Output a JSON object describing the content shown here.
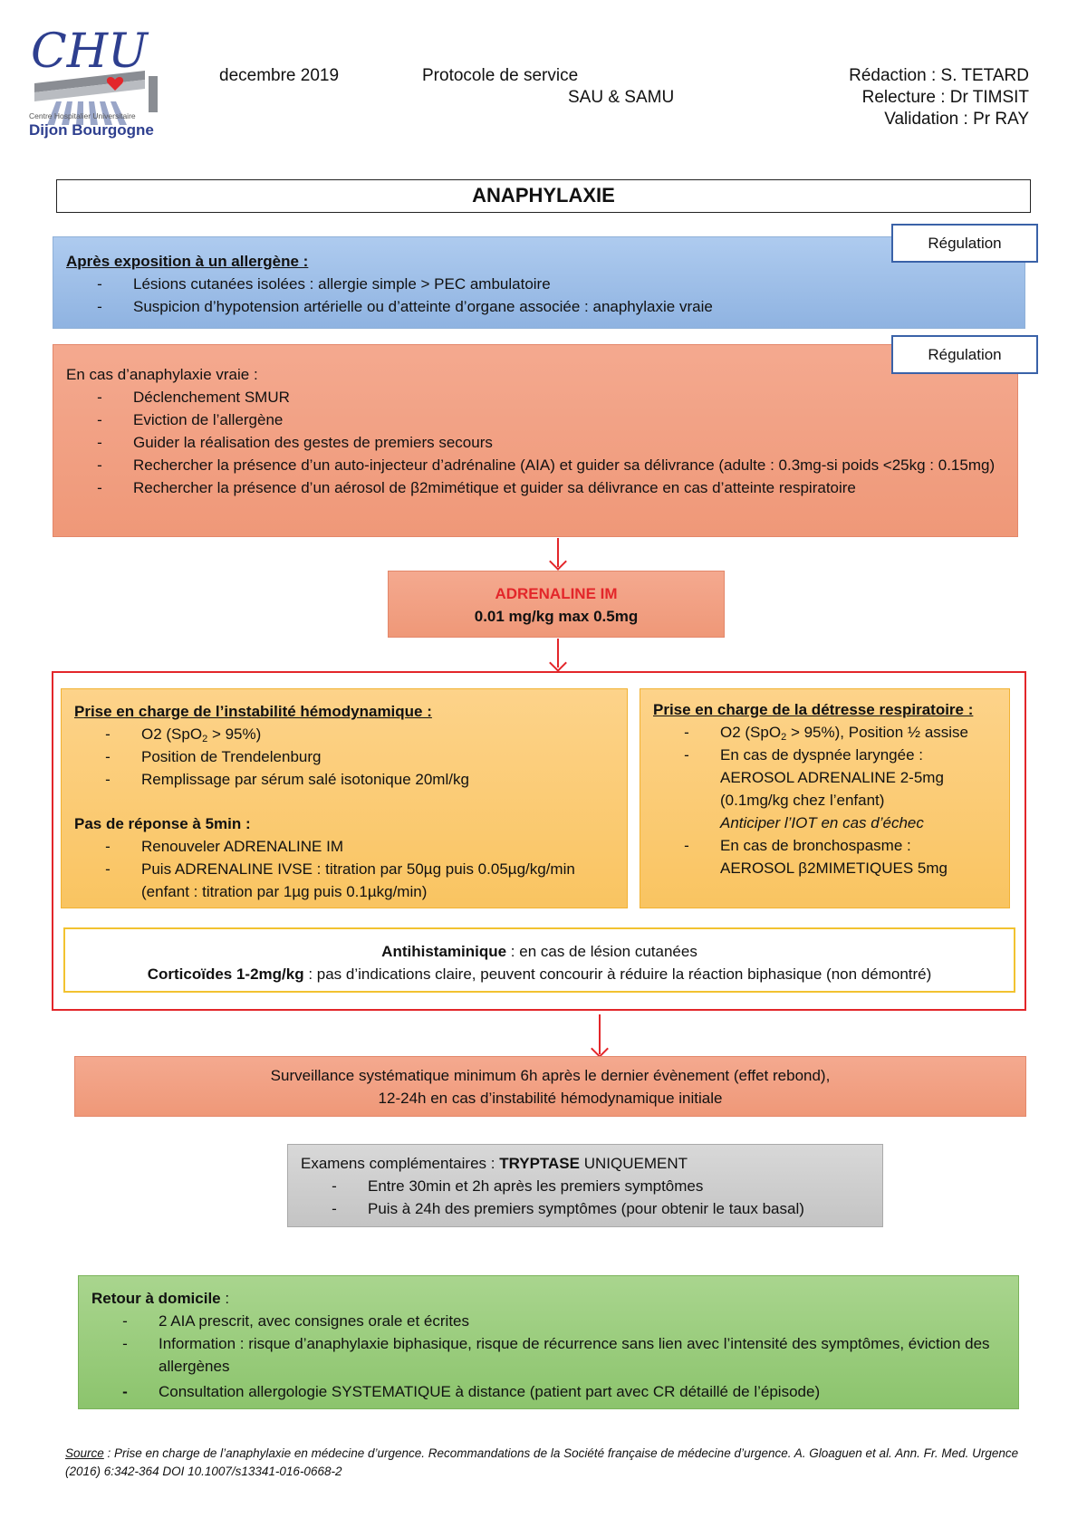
{
  "header": {
    "logo": {
      "text_main": "CHU",
      "text_small": "Centre Hospitalier Universitaire",
      "text_city": "Dijon Bourgogne"
    },
    "date": "decembre 2019",
    "protocol_line1": "Protocole de service",
    "protocol_line2": "SAU & SAMU",
    "redaction": "Rédaction : S. TETARD",
    "relecture": "Relecture : Dr TIMSIT",
    "validation": "Validation : Pr RAY"
  },
  "title": "ANAPHYLAXIE",
  "regulation_label": "Régulation",
  "exposure": {
    "heading": "Après exposition à un allergène :",
    "items": [
      "Lésions cutanées isolées : allergie simple  > PEC ambulatoire",
      "Suspicion d’hypotension artérielle ou d’atteinte d’organe associée : anaphylaxie vraie"
    ]
  },
  "true_anaphylaxis": {
    "heading": "En cas d’anaphylaxie vraie :",
    "items": [
      "Déclenchement SMUR",
      "Eviction de l’allergène",
      "Guider la réalisation des gestes de premiers secours",
      "Rechercher la présence d’un auto-injecteur d’adrénaline (AIA) et guider sa délivrance (adulte : 0.3mg-si poids <25kg : 0.15mg)",
      "Rechercher la présence d’un aérosol de β2mimétique et guider sa délivrance en cas d’atteinte respiratoire"
    ]
  },
  "adrenaline": {
    "title": "ADRENALINE IM",
    "dose": "0.01 mg/kg max 0.5mg",
    "title_color": "#e3262a"
  },
  "hemodynamic": {
    "heading": "Prise en charge de l’instabilité hémodynamique :",
    "items": [
      {
        "pre": "O2 (SpO",
        "sub": "2",
        "post": " > 95%)"
      },
      {
        "text": "Position de Trendelenburg"
      },
      {
        "text": "Remplissage par sérum salé isotonique 20ml/kg"
      }
    ],
    "no_response_heading": "Pas de réponse à 5min :",
    "no_response_items": [
      "Renouveler ADRENALINE IM",
      "Puis ADRENALINE IVSE : titration par 50µg puis 0.05µg/kg/min (enfant : titration par 1µg puis 0.1µkg/min)"
    ]
  },
  "respiratory": {
    "heading": "Prise en charge de la détresse respiratoire :",
    "item1": {
      "pre": "O2 (SpO",
      "sub": "2",
      "post": " > 95%), Position ½ assise"
    },
    "item2_lines": [
      "En cas de dyspnée laryngée :",
      "AEROSOL ADRENALINE 2-5mg",
      "(0.1mg/kg chez l’enfant)"
    ],
    "item2_italic": "Anticiper l’IOT en cas d’échec",
    "item3_lines": [
      "En cas de bronchospasme :",
      "AEROSOL β2MIMETIQUES 5mg"
    ]
  },
  "antihistamine": {
    "bold1": "Antihistaminique",
    "rest1": " : en cas de lésion cutanées",
    "bold2": "Corticoïdes 1-2mg/kg",
    "rest2": " : pas d’indications claire, peuvent concourir à réduire la réaction biphasique (non démontré)"
  },
  "surveillance": {
    "line1": "Surveillance systématique minimum 6h après le dernier évènement (effet rebond),",
    "line2": "12-24h en cas d’instabilité hémodynamique initiale"
  },
  "exams": {
    "heading_pre": "Examens complémentaires : ",
    "heading_bold": "TRYPTASE",
    "heading_post": " UNIQUEMENT",
    "items": [
      "Entre 30min et 2h après les premiers symptômes",
      "Puis à 24h des premiers symptômes (pour obtenir le taux basal)"
    ]
  },
  "home": {
    "heading": "Retour à domicile",
    "heading_suffix": " :",
    "items": [
      "2 AIA prescrit, avec consignes orale et écrites",
      "Information : risque d’anaphylaxie biphasique, risque de récurrence sans lien avec l’intensité des symptômes, éviction des allergènes",
      "Consultation allergologie SYSTEMATIQUE à distance (patient part avec CR détaillé de l’épisode)"
    ]
  },
  "source": {
    "label": "Source",
    "text": " : Prise en charge de l’anaphylaxie en médecine d’urgence. Recommandations de la Société française de médecine d’urgence. A. Gloaguen et al.  Ann. Fr. Med. Urgence (2016) 6:342-364  DOI 10.1007/s13341-016-0668-2"
  },
  "colors": {
    "accent_red": "#e3262a",
    "regulation_border": "#3a62a8",
    "logo_blue": "#2e3f8f"
  }
}
